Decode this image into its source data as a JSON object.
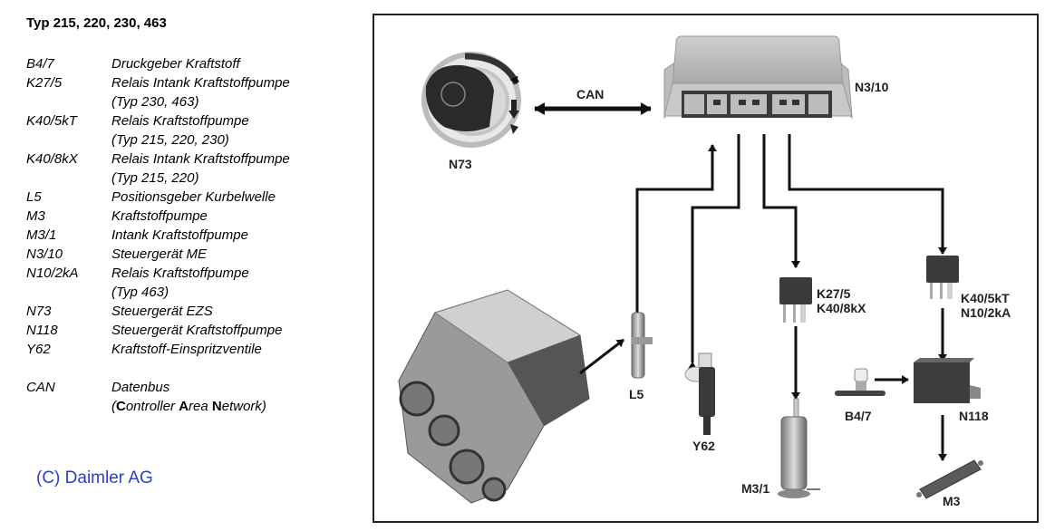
{
  "legend": {
    "title": "Typ 215, 220, 230, 463",
    "items": [
      {
        "code": "B4/7",
        "desc": "Druckgeber Kraftstoff"
      },
      {
        "code": "K27/5",
        "desc": "Relais Intank Kraftstoffpumpe",
        "sub": "(Typ 230, 463)"
      },
      {
        "code": "K40/5kT",
        "desc": "Relais Kraftstoffpumpe",
        "sub": "(Typ 215, 220, 230)"
      },
      {
        "code": "K40/8kX",
        "desc": "Relais Intank Kraftstoffpumpe",
        "sub": "(Typ 215, 220)"
      },
      {
        "code": "L5",
        "desc": "Positionsgeber Kurbelwelle"
      },
      {
        "code": "M3",
        "desc": "Kraftstoffpumpe"
      },
      {
        "code": "M3/1",
        "desc": "Intank Kraftstoffpumpe"
      },
      {
        "code": "N3/10",
        "desc": "Steuergerät ME"
      },
      {
        "code": "N10/2kA",
        "desc": "Relais Kraftstoffpumpe",
        "sub": "(Typ 463)"
      },
      {
        "code": "N73",
        "desc": "Steuergerät EZS"
      },
      {
        "code": "N118",
        "desc": "Steuergerät Kraftstoffpumpe"
      },
      {
        "code": "Y62",
        "desc": "Kraftstoff-Einspritzventile"
      }
    ],
    "can": {
      "code": "CAN",
      "desc": "Datenbus",
      "sub_parts": [
        "(",
        "C",
        "ontroller ",
        "A",
        "rea ",
        "N",
        "etwork)"
      ]
    }
  },
  "copyright": "(C) Daimler AG",
  "diagram": {
    "labels": {
      "n73": "N73",
      "can": "CAN",
      "n3_10": "N3/10",
      "l5": "L5",
      "y62": "Y62",
      "k27_5": "K27/5",
      "k40_8kx": "K40/8kX",
      "m3_1": "M3/1",
      "b4_7": "B4/7",
      "k40_5kt": "K40/5kT",
      "n10_2ka": "N10/2kA",
      "n118": "N118",
      "m3": "M3"
    }
  }
}
